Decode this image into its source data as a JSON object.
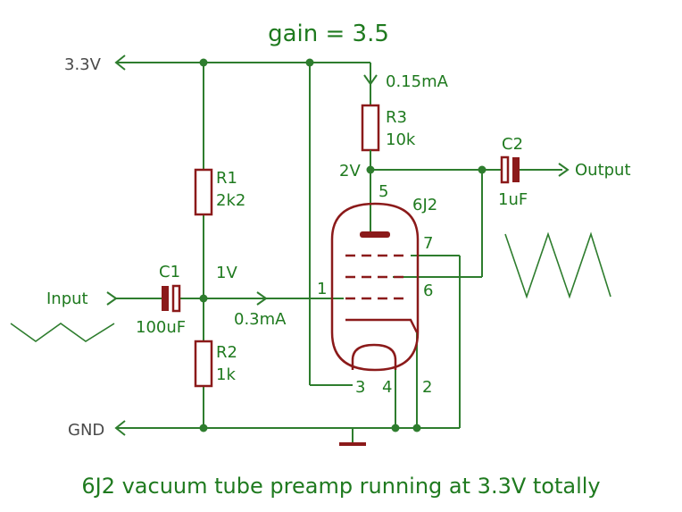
{
  "title": "gain = 3.5",
  "caption": "6J2 vacuum tube preamp running at 3.3V totally",
  "power": {
    "vcc": "3.3V",
    "gnd": "GND"
  },
  "signals": {
    "input": "Input",
    "output": "Output"
  },
  "components": {
    "r1": {
      "ref": "R1",
      "value": "2k2"
    },
    "r2": {
      "ref": "R2",
      "value": "1k"
    },
    "r3": {
      "ref": "R3",
      "value": "10k"
    },
    "c1": {
      "ref": "C1",
      "value": "100uF"
    },
    "c2": {
      "ref": "C2",
      "value": "1uF"
    },
    "tube": {
      "ref": "6J2"
    }
  },
  "annotations": {
    "grid_voltage": "1V",
    "grid_current": "0.3mA",
    "plate_voltage": "2V",
    "plate_current": "0.15mA"
  },
  "pins": {
    "p1": "1",
    "p2": "2",
    "p3": "3",
    "p4": "4",
    "p5": "5",
    "p6": "6",
    "p7": "7"
  },
  "colors": {
    "wire": "#2e7d2e",
    "component": "#8b1a1a",
    "text": "#1f7a1f"
  }
}
